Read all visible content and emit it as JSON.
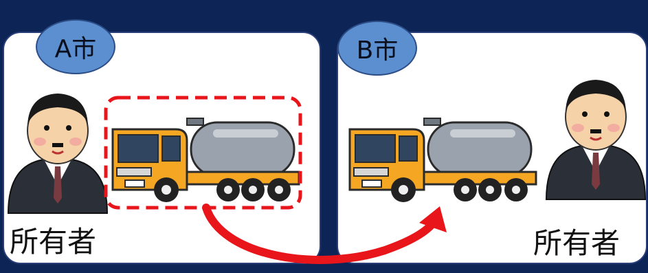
{
  "panels": {
    "left": {
      "city": "A市",
      "owner_label": "所有者"
    },
    "right": {
      "city": "B市",
      "owner_label": "所有者"
    }
  },
  "colors": {
    "background": "#0d2457",
    "panel": "#ffffff",
    "city_bubble": "#5b8fd0",
    "highlight_dash": "#e8151b",
    "transfer_arrow": "#e8151b",
    "truck_cab": "#f5a623",
    "tank": "#9aa3ad"
  },
  "icons": {
    "owner_left": "businessman-icon",
    "owner_right": "businessman-icon",
    "truck_left": "tanker-truck-icon",
    "truck_right": "tanker-truck-icon",
    "transfer": "curved-arrow-icon"
  }
}
